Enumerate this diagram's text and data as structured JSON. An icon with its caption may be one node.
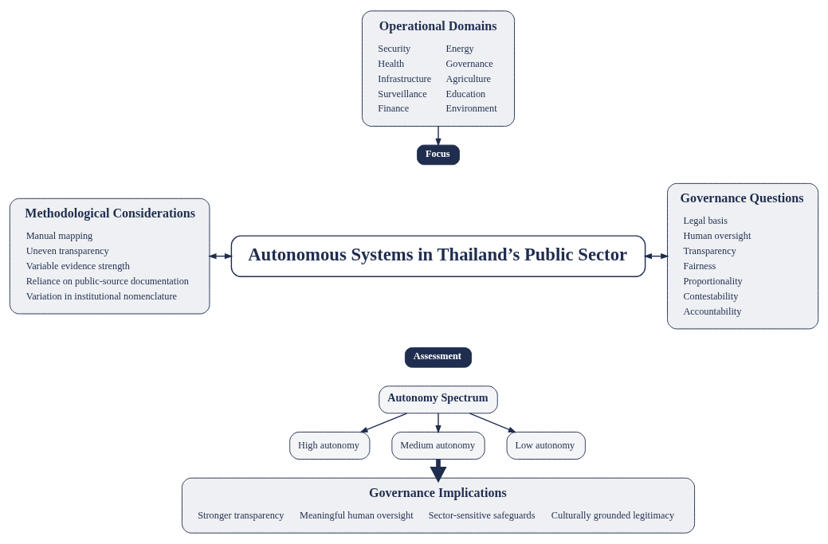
{
  "diagram": {
    "nodes": [
      {
        "text": [
          "Operational Domains",
          "Security",
          "Health",
          "Infrastructure",
          "Surveillance",
          "Finance",
          "Energy",
          "Governance",
          "Agriculture",
          "Education",
          "Environment"
        ]
      },
      {
        "text": [
          "Focus"
        ]
      },
      {
        "text": [
          "Autonomous Systems in Thailand’s Public Sector"
        ]
      },
      {
        "text": [
          "Methodological Considerations",
          "Manual mapping",
          "Uneven transparency",
          "Variable evidence strength",
          "Reliance on public-source documentation",
          "Variation in institutional nomenclature"
        ]
      },
      {
        "text": [
          "Governance Questions",
          "Legal basis",
          "Human oversight",
          "Transparency",
          "Fairness",
          "Proportionality",
          "Contestability",
          "Accountability"
        ]
      },
      {
        "text": [
          "Assessment"
        ]
      },
      {
        "text": [
          "Autonomy Spectrum"
        ]
      },
      {
        "text": [
          "High autonomy"
        ]
      },
      {
        "text": [
          "Medium autonomy"
        ]
      },
      {
        "text": [
          "Low autonomy"
        ]
      },
      {
        "text": [
          "Governance Implications",
          "Stronger transparency",
          "Meaningful human oversight",
          "Sector-sensitive safeguards",
          "Culturally grounded legitimacy"
        ]
      }
    ],
    "edges": [
      {
        "from": 0,
        "to": 1,
        "arrow": "to"
      },
      {
        "from": 3,
        "to": 2,
        "arrow": "both"
      },
      {
        "from": 2,
        "to": 4,
        "arrow": "both"
      },
      {
        "from": 6,
        "to": 7,
        "arrow": "to"
      },
      {
        "from": 6,
        "to": 8,
        "arrow": "to"
      },
      {
        "from": 6,
        "to": 9,
        "arrow": "to"
      },
      {
        "from": 8,
        "to": 10,
        "arrow": "to",
        "style": "thick"
      }
    ]
  }
}
